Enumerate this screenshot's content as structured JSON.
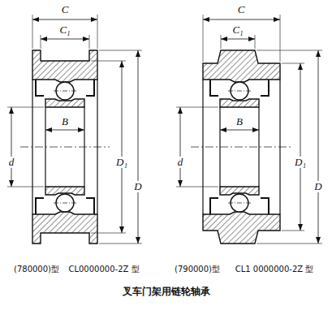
{
  "diagram": {
    "caption": "叉车门架用链轮轴承",
    "labels": [
      "C",
      "C₁",
      "B",
      "d",
      "D₁",
      "D",
      "C",
      "C₁",
      "B",
      "d",
      "D₁",
      "D",
      "(780000)型",
      "CL0000000-2Z 型",
      "(790000)型",
      "CL1 0000000-2Z 型"
    ]
  }
}
